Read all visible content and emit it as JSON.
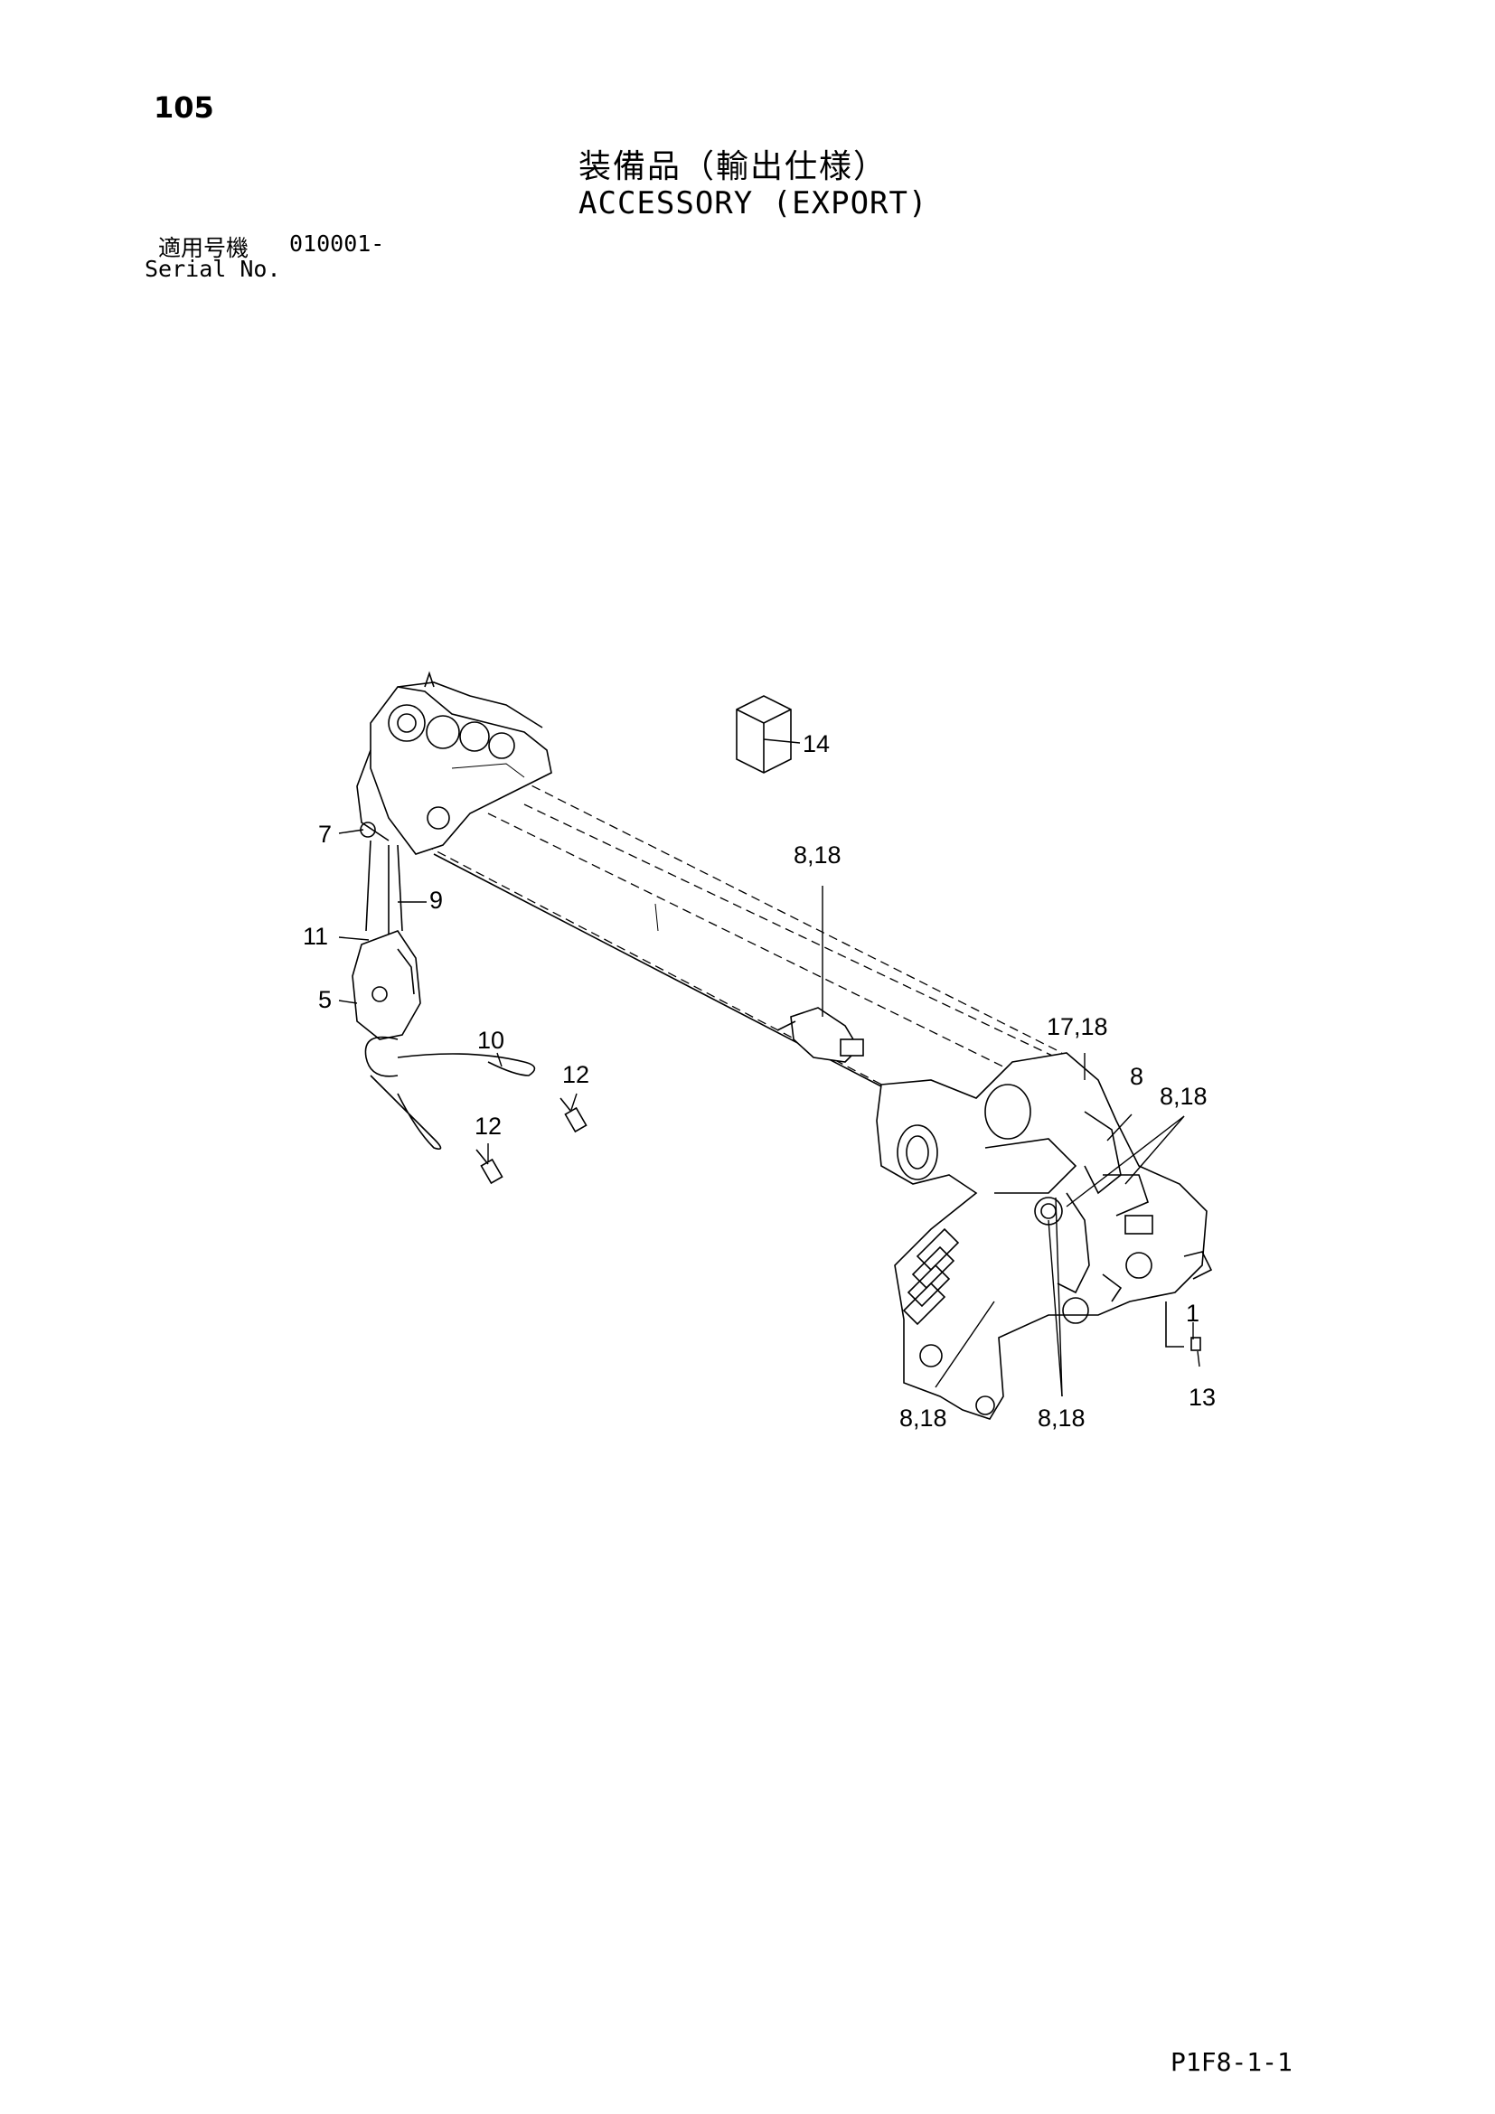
{
  "page_number": "105",
  "title_jp": "装備品（輸出仕様）",
  "title_en": "ACCESSORY (EXPORT)",
  "serial_label_jp": "適用号機",
  "serial_value": "010001-",
  "serial_label_en": "Serial No.",
  "footer_code": "P1F8-1-1",
  "callouts": {
    "c14": "14",
    "c7": "7",
    "c9": "9",
    "c11": "11",
    "c5": "5",
    "c10": "10",
    "c12a": "12",
    "c12b": "12",
    "c8_18_top": "8,18",
    "c17_18": "17,18",
    "c8": "8",
    "c8_18_right": "8,18",
    "c1": "1",
    "c13": "13",
    "c8_18_bl": "8,18",
    "c8_18_br": "8,18"
  }
}
